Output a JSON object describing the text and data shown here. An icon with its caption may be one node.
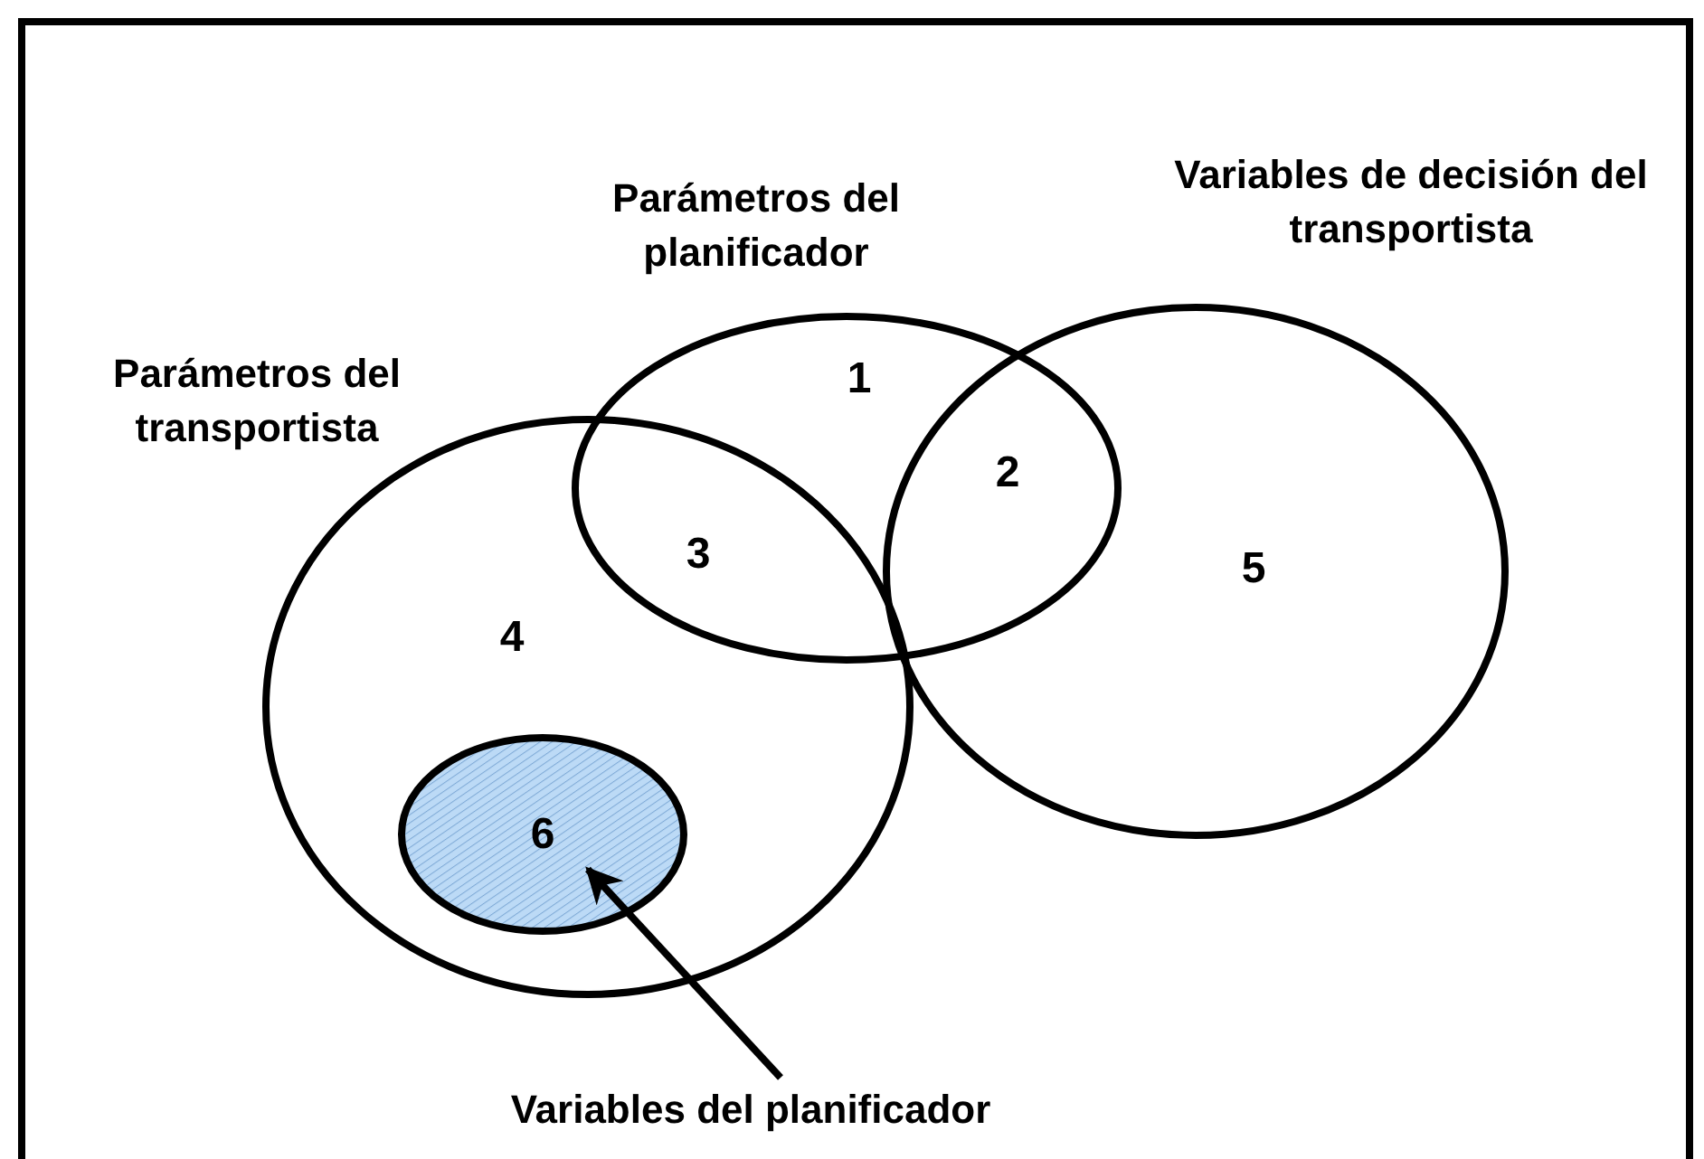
{
  "diagram": {
    "nodes": [
      {
        "text": [
          "Parámetros del planificador"
        ]
      },
      {
        "text": [
          "Variables de decisión del transportista"
        ]
      },
      {
        "text": [
          "Parámetros del transportista"
        ]
      },
      {
        "text": [
          "6"
        ],
        "in": 2
      },
      {
        "text": [
          "Variables del planificador"
        ]
      }
    ],
    "edges": [
      {
        "from": 4,
        "to": 3,
        "arrow": "to"
      }
    ],
    "labels": [
      "1",
      "2",
      "3",
      "4",
      "5"
    ]
  }
}
